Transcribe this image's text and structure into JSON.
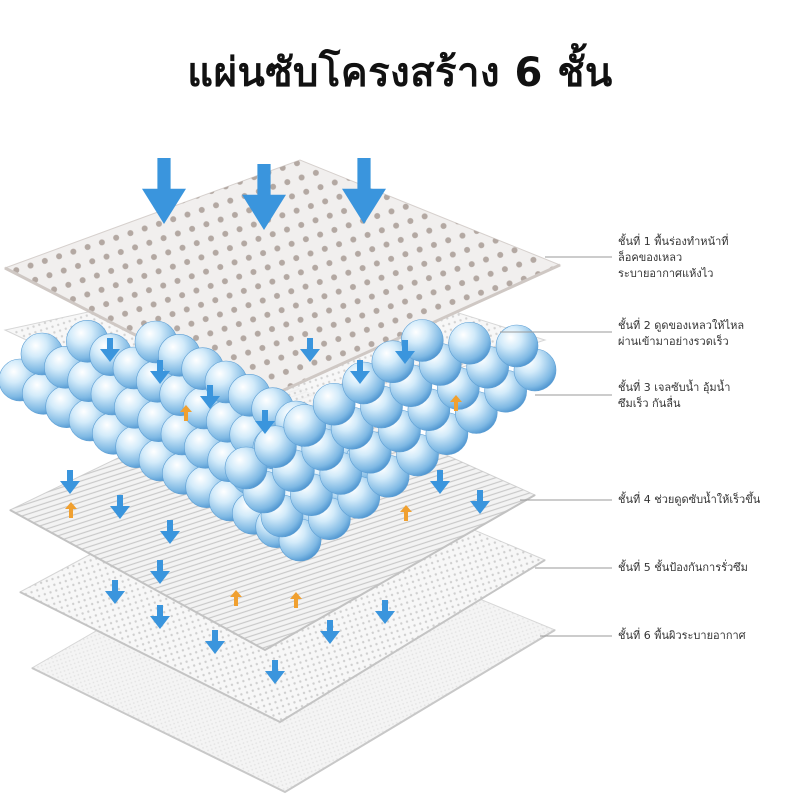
{
  "title": "แผ่นซับโครงสร้าง 6 ชั้น",
  "colors": {
    "arrow_blue": "#3a95dd",
    "arrow_orange": "#f0a030",
    "sphere_blue": "#8cc4ec",
    "sheet_fill": "#f1efee",
    "hole_color": "#b3a8a2",
    "leader_line": "#9a9a9a"
  },
  "layers": [
    {
      "lines": [
        "ชั้นที่ 1 พื้นร่องทำหน้าที่",
        "ล็อคของเหลว",
        "ระบายอากาศแห้งไว"
      ]
    },
    {
      "lines": [
        "ชั้นที่ 2 ดูดของเหลวให้ไหล",
        "ผ่านเข้ามาอย่างรวดเร็ว"
      ]
    },
    {
      "lines": [
        "ชั้นที่ 3 เจลซับน้ำ อุ้มน้ำ",
        "ซึมเร็ว กันลื่น"
      ]
    },
    {
      "lines": [
        "ชั้นที่ 4 ช่วยดูดซับน้ำให้เร็วขึ้น"
      ]
    },
    {
      "lines": [
        "ชั้นที่ 5 ชั้นป้องกันการรั่วซึม"
      ]
    },
    {
      "lines": [
        "ชั้นที่ 6 พื้นผิวระบายอากาศ"
      ]
    }
  ]
}
